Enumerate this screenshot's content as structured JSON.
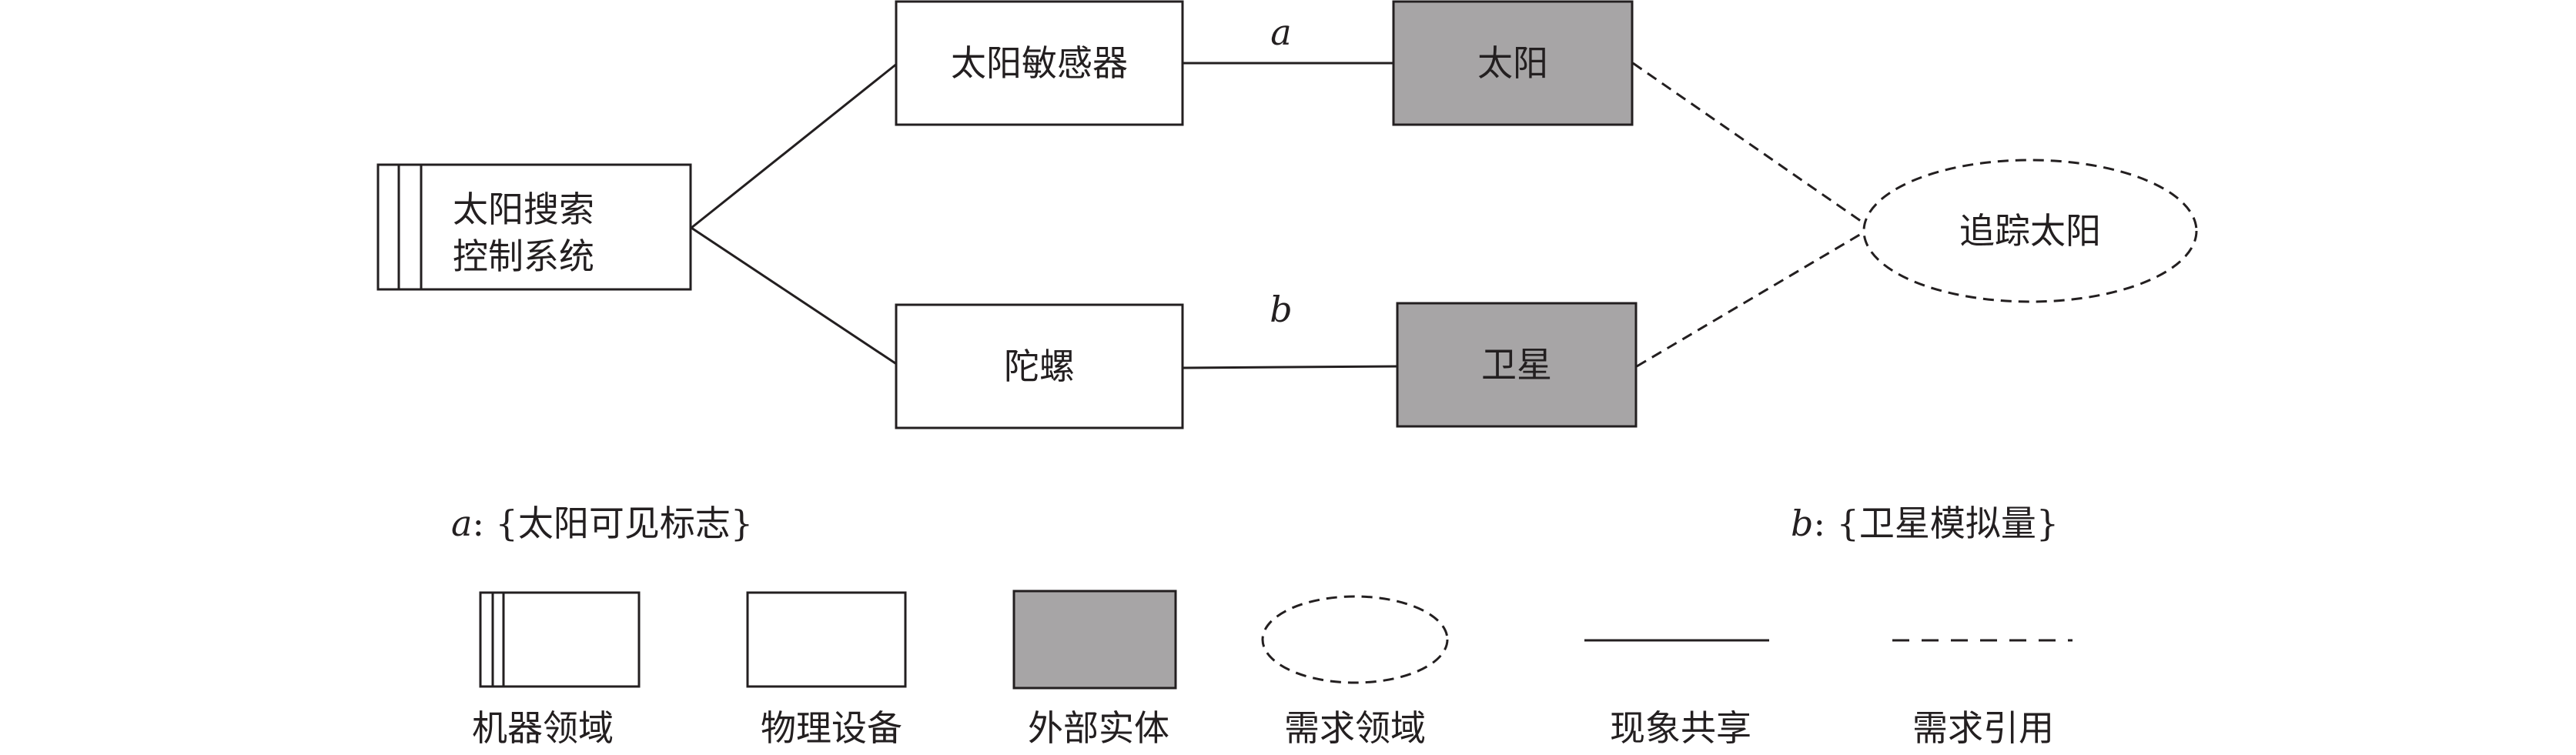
{
  "diagram": {
    "nodes": {
      "machine": {
        "line1": "太阳搜索",
        "line2": "控制系统"
      },
      "sun_sensor": {
        "label": "太阳敏感器"
      },
      "gyro": {
        "label": "陀螺"
      },
      "sun": {
        "label": "太阳"
      },
      "satellite": {
        "label": "卫星"
      },
      "requirement": {
        "label": "追踪太阳"
      }
    },
    "edges": {
      "a_label": "a",
      "b_label": "b"
    },
    "phenomena": {
      "a_key": "a",
      "a_text": ": {太阳可见标志}",
      "b_key": "b",
      "b_text": ": {卫星模拟量}"
    },
    "colors": {
      "stroke": "#231f20",
      "entity_fill": "#a7a5a6",
      "background": "#ffffff"
    }
  },
  "legend": {
    "machine_domain": "机器领域",
    "physical_device": "物理设备",
    "external_entity": "外部实体",
    "requirement_domain": "需求领域",
    "phenomenon_sharing": "现象共享",
    "requirement_reference": "需求引用"
  }
}
